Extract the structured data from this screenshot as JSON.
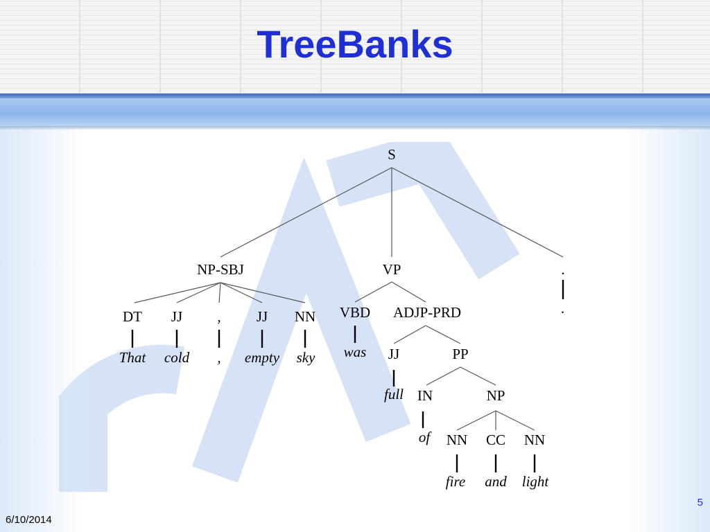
{
  "slide": {
    "title": "TreeBanks",
    "date": "6/10/2014",
    "page_number": "5"
  },
  "tree": {
    "tags": {
      "S": "S",
      "NP_SBJ": "NP-SBJ",
      "VP": "VP",
      "PERIOD": ".",
      "DT": "DT",
      "JJ_1": "JJ",
      "COMMA": ",",
      "JJ_2": "JJ",
      "NN_1": "NN",
      "VBD": "VBD",
      "ADJP_PRD": "ADJP-PRD",
      "JJ_3": "JJ",
      "PP": "PP",
      "IN": "IN",
      "NP": "NP",
      "NN_2": "NN",
      "CC": "CC",
      "NN_3": "NN"
    },
    "words": {
      "that": "That",
      "cold": "cold",
      "comma": ",",
      "empty": "empty",
      "sky": "sky",
      "was": "was",
      "full": "full",
      "of": "of",
      "fire": "fire",
      "and": "and",
      "light": "light",
      "period": "."
    }
  },
  "colors": {
    "title": "#1f2fd6",
    "band": "#8db5ea",
    "watermark": "#c9dbf5"
  }
}
